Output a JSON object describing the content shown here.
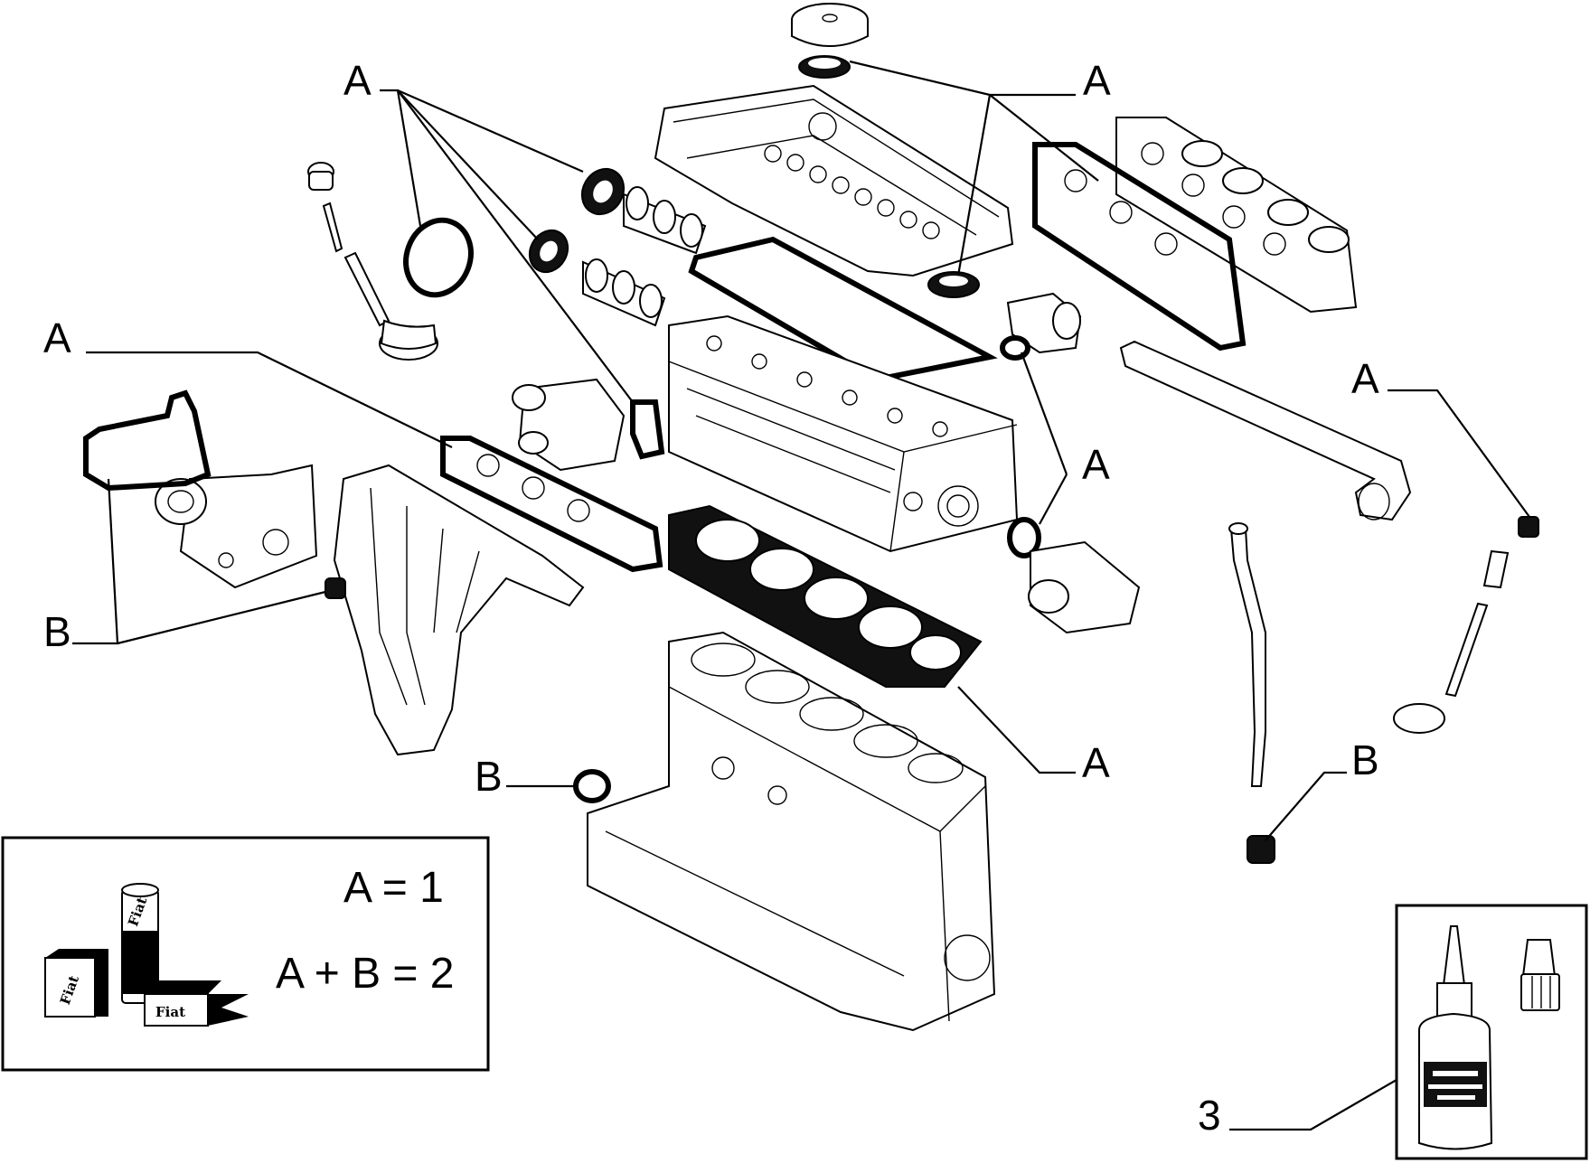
{
  "callouts": {
    "a_top_left": "A",
    "a_top_right": "A",
    "a_left": "A",
    "a_right": "A",
    "a_center_right": "A",
    "a_bottom_center": "A",
    "b_left": "B",
    "b_center": "B",
    "b_right": "B",
    "three": "3"
  },
  "legend": {
    "line1": "A = 1",
    "line2": "A + B = 2",
    "brand_label": "Fiat"
  }
}
